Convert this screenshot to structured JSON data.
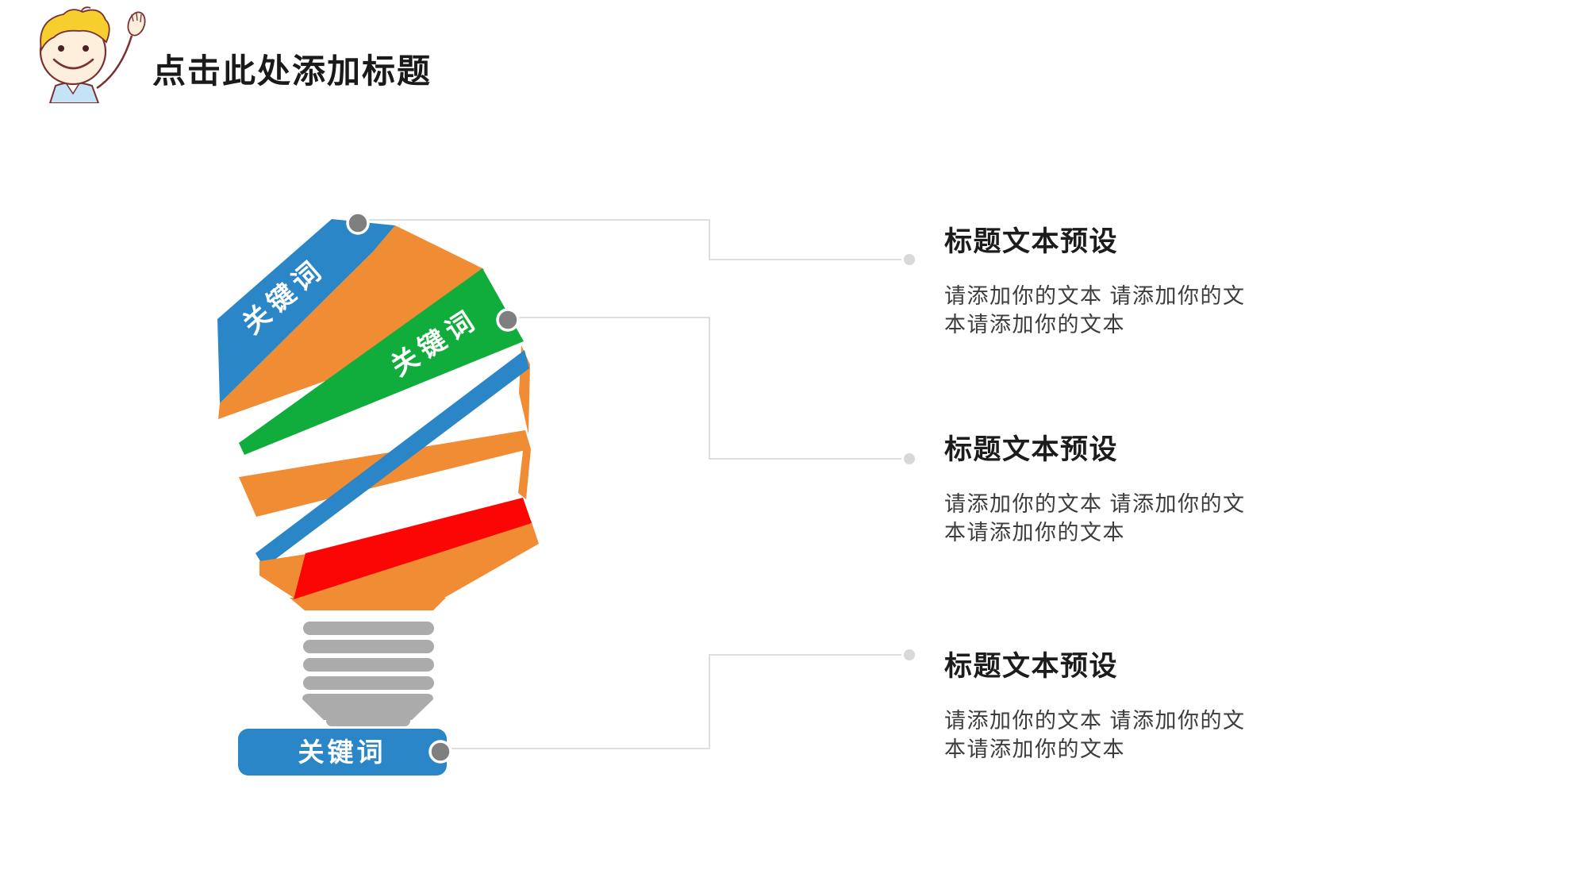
{
  "slide": {
    "title": "点击此处添加标题"
  },
  "bulb": {
    "keyword_top": "关键词",
    "keyword_middle": "关键词",
    "keyword_base": "关键词",
    "colors": {
      "blue": "#2A86C7",
      "orange": "#F08C34",
      "green": "#11AD3C",
      "red": "#FB0505",
      "base_gray": "#ABABAB",
      "dot_dark": "#7F7F7F",
      "connector_line": "#DEDEDE",
      "connector_dot": "#D8D8D8"
    }
  },
  "sections": [
    {
      "title": "标题文本预设",
      "body": "请添加你的文本 请添加你的文本请添加你的文本"
    },
    {
      "title": "标题文本预设",
      "body": "请添加你的文本 请添加你的文本请添加你的文本"
    },
    {
      "title": "标题文本预设",
      "body": "请添加你的文本 请添加你的文本请添加你的文本"
    }
  ]
}
